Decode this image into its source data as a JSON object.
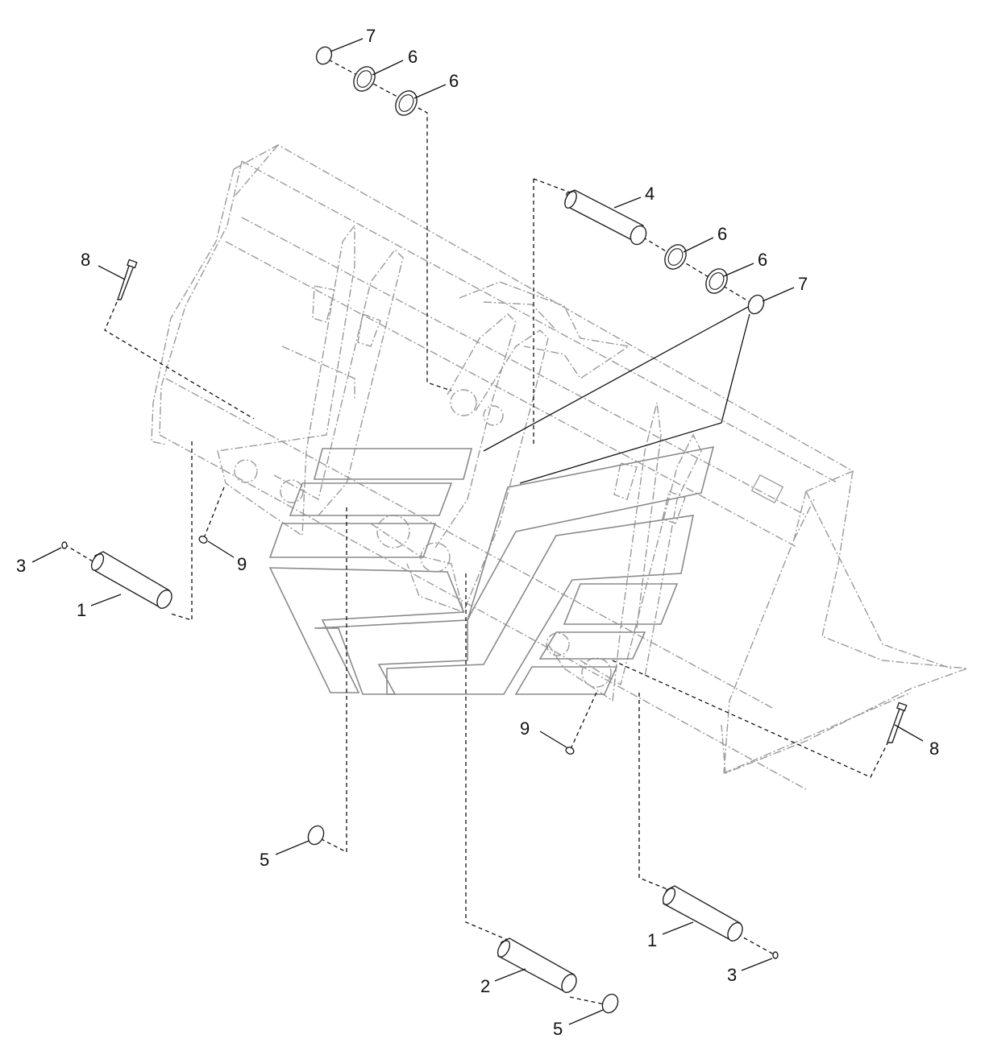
{
  "diagram": {
    "callouts": [
      {
        "label": "7"
      },
      {
        "label": "6"
      },
      {
        "label": "6"
      },
      {
        "label": "8"
      },
      {
        "label": "4"
      },
      {
        "label": "6"
      },
      {
        "label": "6"
      },
      {
        "label": "7"
      },
      {
        "label": "3"
      },
      {
        "label": "9"
      },
      {
        "label": "1"
      },
      {
        "label": "9"
      },
      {
        "label": "8"
      },
      {
        "label": "5"
      },
      {
        "label": "1"
      },
      {
        "label": "3"
      },
      {
        "label": "2"
      },
      {
        "label": "5"
      }
    ]
  }
}
